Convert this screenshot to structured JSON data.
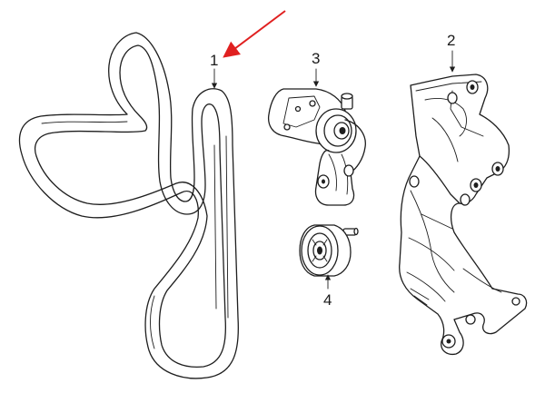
{
  "callouts": [
    {
      "id": "1",
      "label": "1"
    },
    {
      "id": "2",
      "label": "2"
    },
    {
      "id": "3",
      "label": "3"
    },
    {
      "id": "4",
      "label": "4"
    }
  ],
  "colors": {
    "line": "#1e1e1e",
    "highlight_arrow": "#e02020",
    "background": "#ffffff"
  }
}
